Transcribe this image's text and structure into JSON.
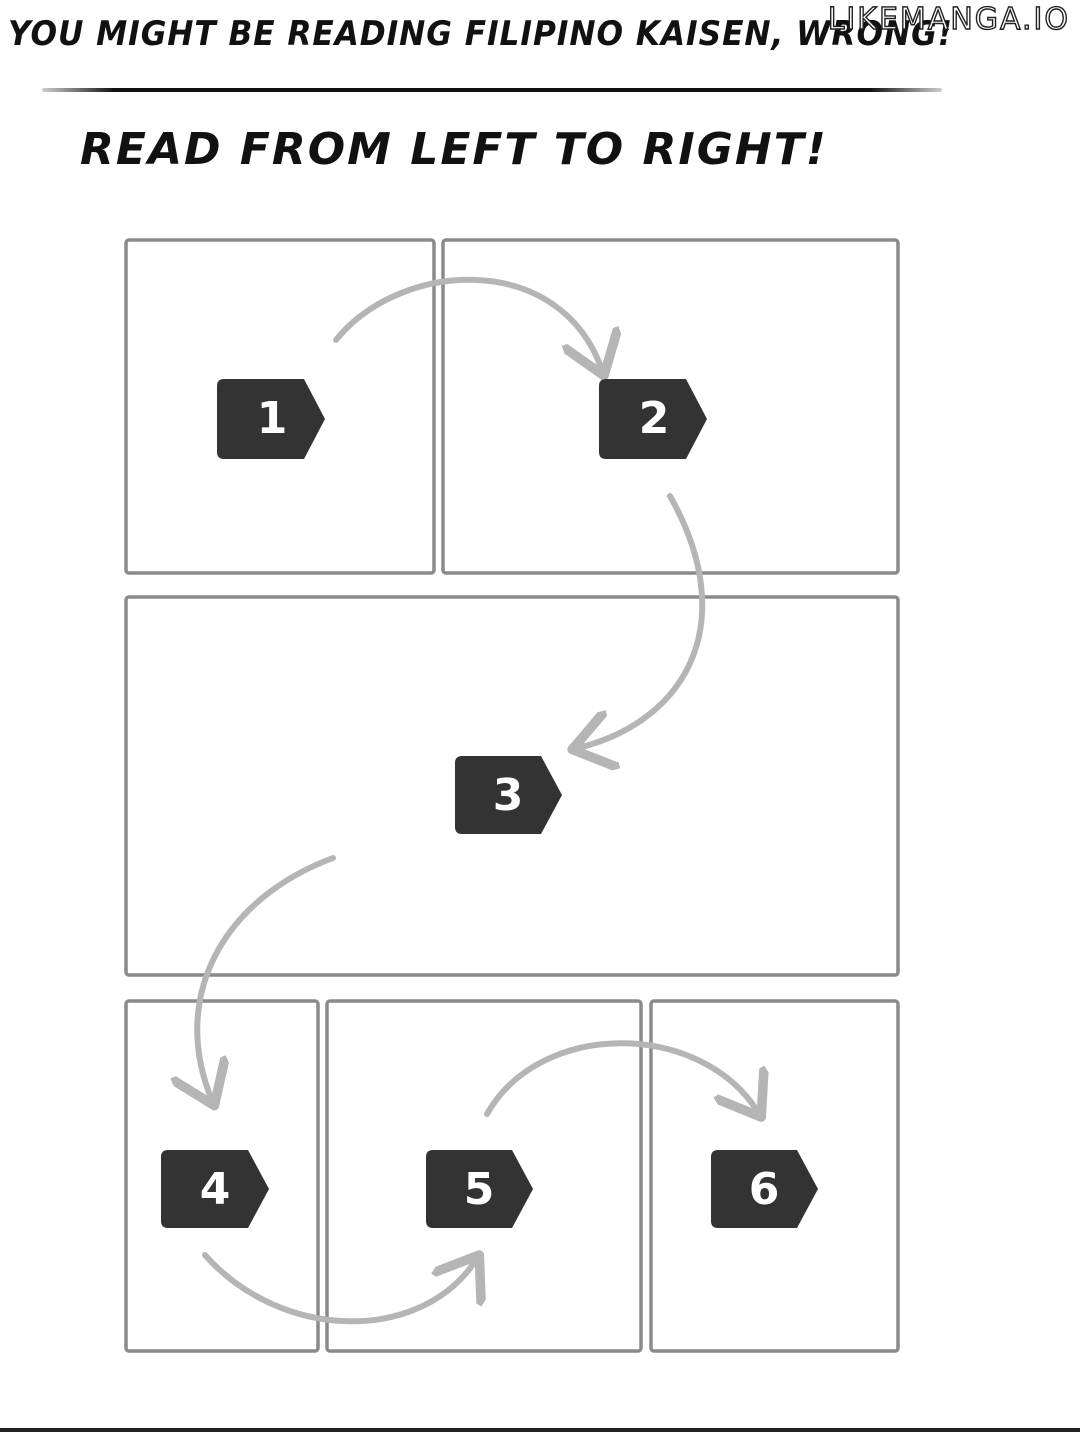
{
  "header": {
    "headline": "YOU MIGHT BE READING FILIPINO KAISEN, WRONG!",
    "watermark": "LIKEMANGA.IO",
    "instruction": "READ FROM LEFT TO RIGHT!"
  },
  "diagram": {
    "panels": [
      {
        "id": "panel-1",
        "label": "1"
      },
      {
        "id": "panel-2",
        "label": "2"
      },
      {
        "id": "panel-3",
        "label": "3"
      },
      {
        "id": "panel-4",
        "label": "4"
      },
      {
        "id": "panel-5",
        "label": "5"
      },
      {
        "id": "panel-6",
        "label": "6"
      }
    ],
    "colors": {
      "panel_border": "#8a8a8a",
      "arrow": "#b5b5b5",
      "tag_fill": "#333333",
      "tag_text": "#ffffff"
    }
  }
}
